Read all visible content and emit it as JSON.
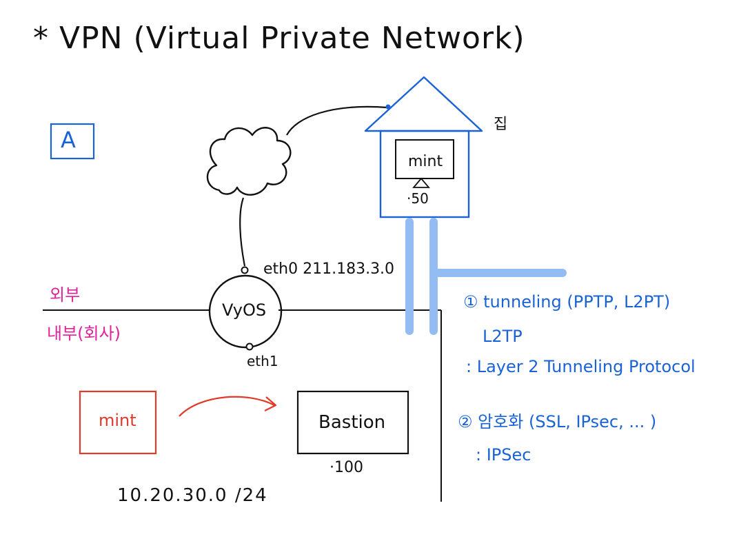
{
  "title": "* VPN (Virtual Private Network)",
  "label_a": "A",
  "house": {
    "label": "집",
    "pc_label": "mint",
    "pc_ip": "·50"
  },
  "router": {
    "name": "VyOS",
    "eth0": "eth0 211.183.3.0",
    "eth1": "eth1"
  },
  "zones": {
    "outside": "외부",
    "inside": "내부(회사)"
  },
  "internal": {
    "client": "mint",
    "server": "Bastion",
    "server_ip": "·100",
    "subnet": "10.20.30.0 /24"
  },
  "notes": {
    "item1": "① tunneling (PPTP, L2PT)",
    "item1_sub": "L2TP",
    "item1_desc": ": Layer 2 Tunneling Protocol",
    "item2": "② 암호화 (SSL, IPsec, ... )",
    "item2_desc": ": IPSec"
  },
  "colors": {
    "ink": "#111111",
    "blue": "#1a63d6",
    "tunnel": "#93bdf2",
    "red": "#e03a2a",
    "magenta": "#e0219b"
  }
}
